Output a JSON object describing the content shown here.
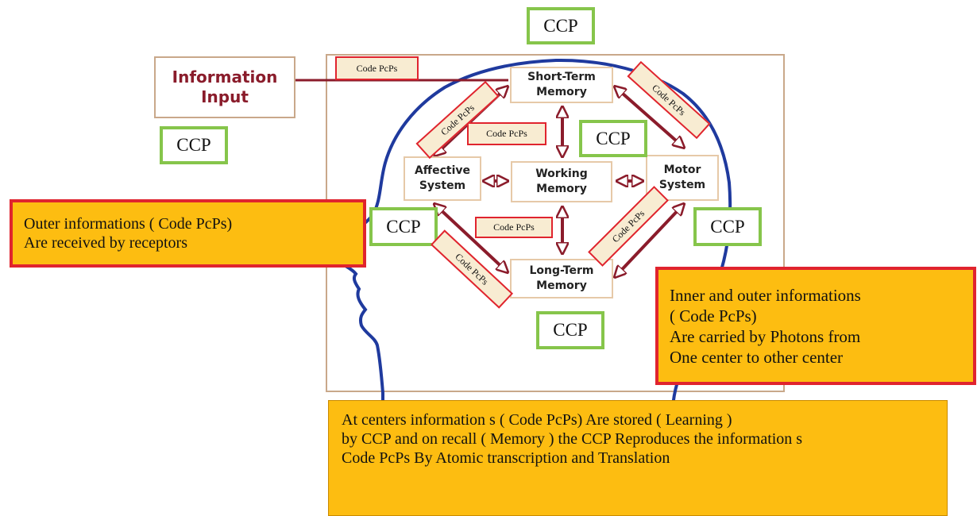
{
  "info_input": {
    "line1": "Information",
    "line2": "Input"
  },
  "memory": {
    "short_term": {
      "line1": "Short-Term",
      "line2": "Memory"
    },
    "working": {
      "line1": "Working",
      "line2": "Memory"
    },
    "long_term": {
      "line1": "Long-Term",
      "line2": "Memory"
    },
    "affective": {
      "line1": "Affective",
      "line2": "System"
    },
    "motor": {
      "line1": "Motor",
      "line2": "System"
    }
  },
  "ccp_label": "CCP",
  "code_label": "Code PcPs",
  "notes": {
    "outer": {
      "line1": "Outer informations   ( Code PcPs)",
      "line2": "Are received by receptors"
    },
    "inner": {
      "line1": "Inner  and outer informations",
      "line2": "( Code PcPs)",
      "line3": "Are   carried by  Photons from",
      "line4": "One  center to other center"
    },
    "bottom": {
      "line1": "At  centers    information s  ( Code PcPs) Are  stored  ( Learning )",
      "line2": " by  CCP and on recall ( Memory )  the  CCP  Reproduces  the information s",
      "line3": "Code PcPs  By Atomic transcription and Translation"
    }
  },
  "colors": {
    "arrow": "#8b1c2b",
    "head_outline": "#1f3a9e",
    "note_fill": "#fdbd11",
    "ccp_border": "#86c54b",
    "code_border": "#e0242e",
    "box_border": "#e6c9a8"
  }
}
